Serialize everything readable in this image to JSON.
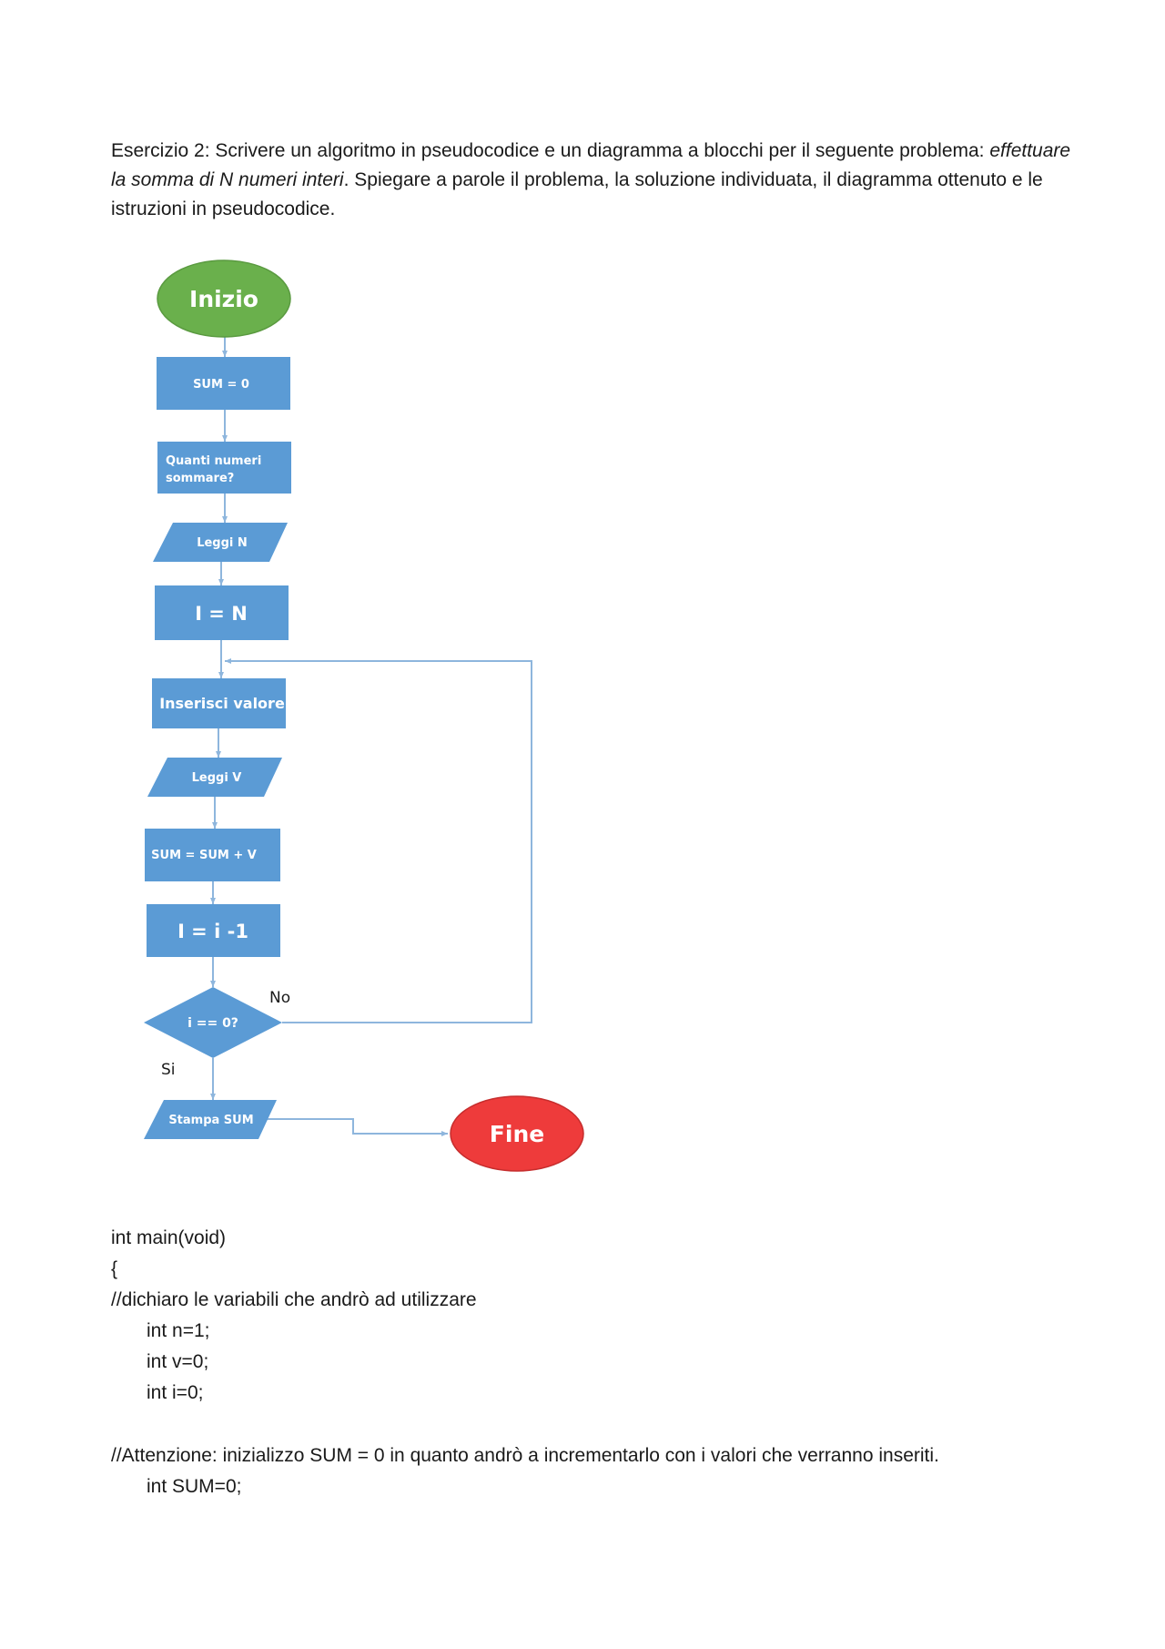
{
  "exercise": {
    "prefix": "Esercizio 2: Scrivere un algoritmo in pseudocodice e un diagramma a blocchi per il seguente problema: ",
    "emphasis": "effettuare la somma di N numeri interi",
    "suffix": ". Spiegare a parole il problema, la soluzione individuata, il diagramma ottenuto e le istruzioni in pseudocodice."
  },
  "flowchart": {
    "start": "Inizio",
    "sum_init": "SUM = 0",
    "ask_count_line1": "Quanti numeri",
    "ask_count_line2": "sommare?",
    "read_n": "Leggi N",
    "set_i": "I = N",
    "ask_value": "Inserisci valore",
    "read_v": "Leggi V",
    "accumulate": "SUM = SUM + V",
    "decrement": "I = i -1",
    "condition": "i == 0?",
    "label_no": "No",
    "label_yes": "Si",
    "print_sum": "Stampa SUM",
    "end": "Fine"
  },
  "colors": {
    "start": "#6ab04c",
    "process": "#5b9bd5",
    "end": "#ee3b3b",
    "arrow": "#8eb6dd"
  },
  "code": {
    "l1": "int main(void)",
    "l2": "{",
    "l3": "//dichiaro le variabili che andrò ad utilizzare",
    "l4": "int n=1;",
    "l5": "int v=0;",
    "l6": "int i=0;",
    "l7": "//Attenzione: inizializzo SUM = 0 in quanto andrò a incrementarlo con i valori che verranno inseriti.",
    "l8": "int SUM=0;"
  }
}
